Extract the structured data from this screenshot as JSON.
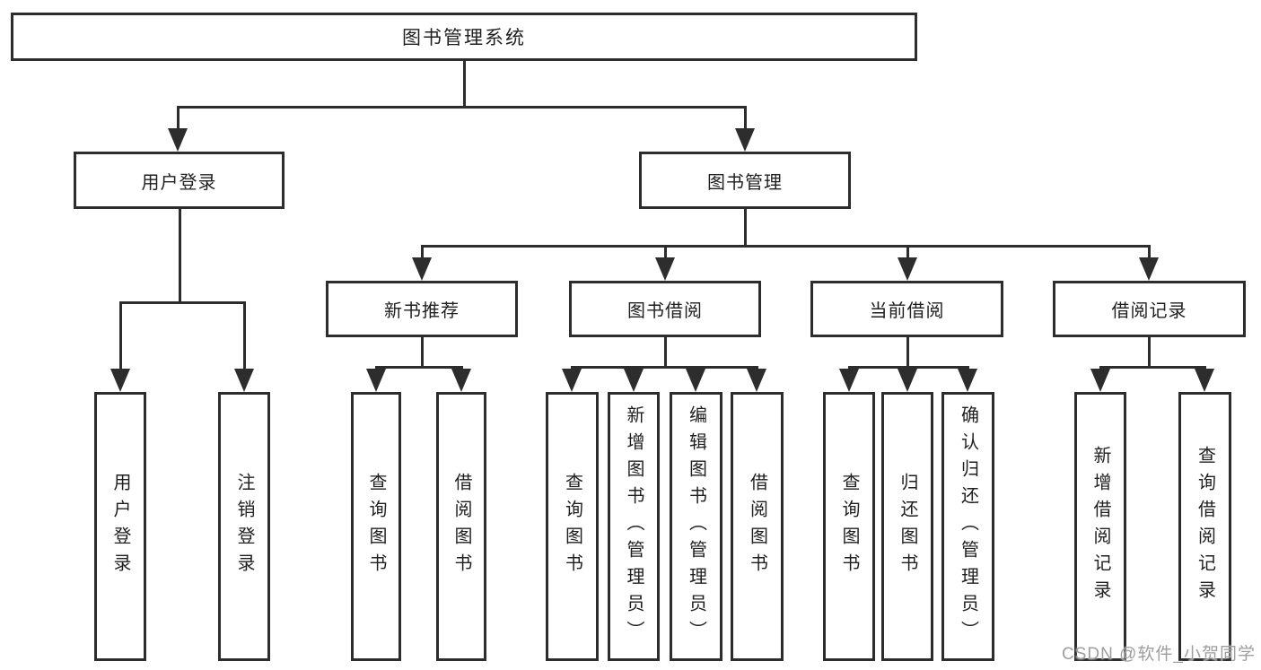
{
  "colors": {
    "line": "#2d2d2d",
    "text": "#1f1f1f",
    "watermark": "#9e9e9e",
    "background": "#ffffff"
  },
  "watermark": {
    "text": "CSDN @软件_小贺同学"
  },
  "tree": {
    "label": "图书管理系统",
    "children": [
      {
        "label": "用户登录",
        "children": [
          {
            "label": "用户登录"
          },
          {
            "label": "注销登录"
          }
        ]
      },
      {
        "label": "图书管理",
        "children": [
          {
            "label": "新书推荐",
            "children": [
              {
                "label": "查询图书"
              },
              {
                "label": "借阅图书"
              }
            ]
          },
          {
            "label": "图书借阅",
            "children": [
              {
                "label": "查询图书"
              },
              {
                "label": "新增图书（管理员）"
              },
              {
                "label": "编辑图书（管理员）"
              },
              {
                "label": "借阅图书"
              }
            ]
          },
          {
            "label": "当前借阅",
            "children": [
              {
                "label": "查询图书"
              },
              {
                "label": "归还图书"
              },
              {
                "label": "确认归还（管理员）"
              }
            ]
          },
          {
            "label": "借阅记录",
            "children": [
              {
                "label": "新增借阅记录"
              },
              {
                "label": "查询借阅记录"
              }
            ]
          }
        ]
      }
    ]
  }
}
